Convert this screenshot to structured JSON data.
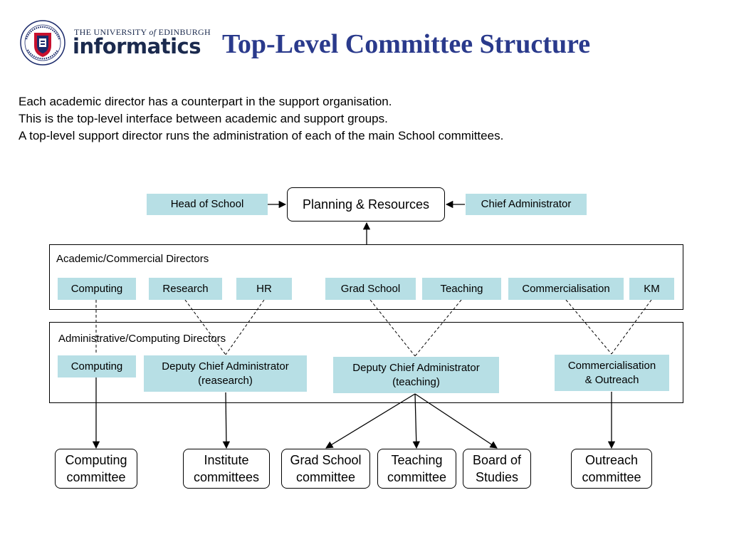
{
  "header": {
    "university_prefix": "THE UNIVERSITY ",
    "university_of": "of",
    "university_suffix": " EDINBURGH",
    "brand": "informatics",
    "title": "Top-Level Committee Structure"
  },
  "intro": [
    "Each academic director has a counterpart in the support organisation.",
    "This is the top-level interface between academic and support groups.",
    "A top-level support director runs the administration of each of the main School committees."
  ],
  "top": {
    "head_of_school": "Head of School",
    "planning": "Planning & Resources",
    "chief_administrator": "Chief Administrator"
  },
  "academic": {
    "label": "Academic/Commercial Directors",
    "items": [
      "Computing",
      "Research",
      "HR",
      "Grad School",
      "Teaching",
      "Commercialisation",
      "KM"
    ]
  },
  "admin": {
    "label": "Administrative/Computing Directors",
    "items": [
      "Computing",
      "Deputy Chief Administrator\n(reasearch)",
      "Deputy Chief Administrator\n(teaching)",
      "Commercialisation\n& Outreach"
    ]
  },
  "committees": [
    "Computing\ncommittee",
    "Institute\ncommittees",
    "Grad School\ncommittee",
    "Teaching\ncommittee",
    "Board of\nStudies",
    "Outreach\ncommittee"
  ],
  "colors": {
    "box_fill": "#b7dfe5",
    "title": "#2a3a8c",
    "brand": "#1b2a4e",
    "seal_red": "#c8102e",
    "seal_blue": "#1b2a6b"
  }
}
